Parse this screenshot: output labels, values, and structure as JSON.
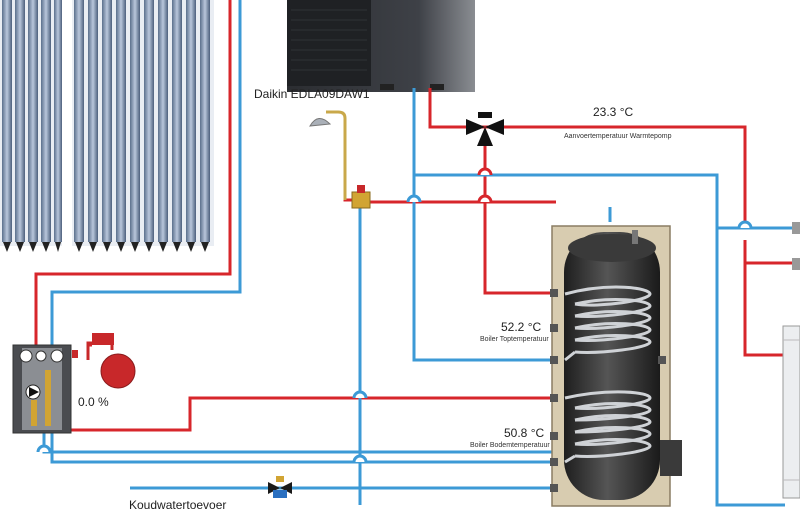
{
  "heat_pump": {
    "model": "Daikin EDLA09DAW1"
  },
  "readings": {
    "supply_temp": "23.3 °C",
    "supply_temp_label": "Aanvoertemperatuur Warmtepomp",
    "boiler_top_temp": "52.2 °C",
    "boiler_top_label": "Boiler Toptemperatuur",
    "boiler_bottom_temp": "50.8 °C",
    "boiler_bottom_label": "Boiler Bodemtemperatuur",
    "pump_speed": "0.0 %"
  },
  "labels": {
    "cold_water_inlet": "Koudwatertoevoer"
  },
  "colors": {
    "hot_pipe": "#d7262b",
    "cold_pipe": "#3c9ad6",
    "tank": "#2b2b2b",
    "tank_insulation": "#d8ccb0",
    "expansion_vessel": "#c8282a",
    "heat_pump_body": "#3a3d42"
  }
}
